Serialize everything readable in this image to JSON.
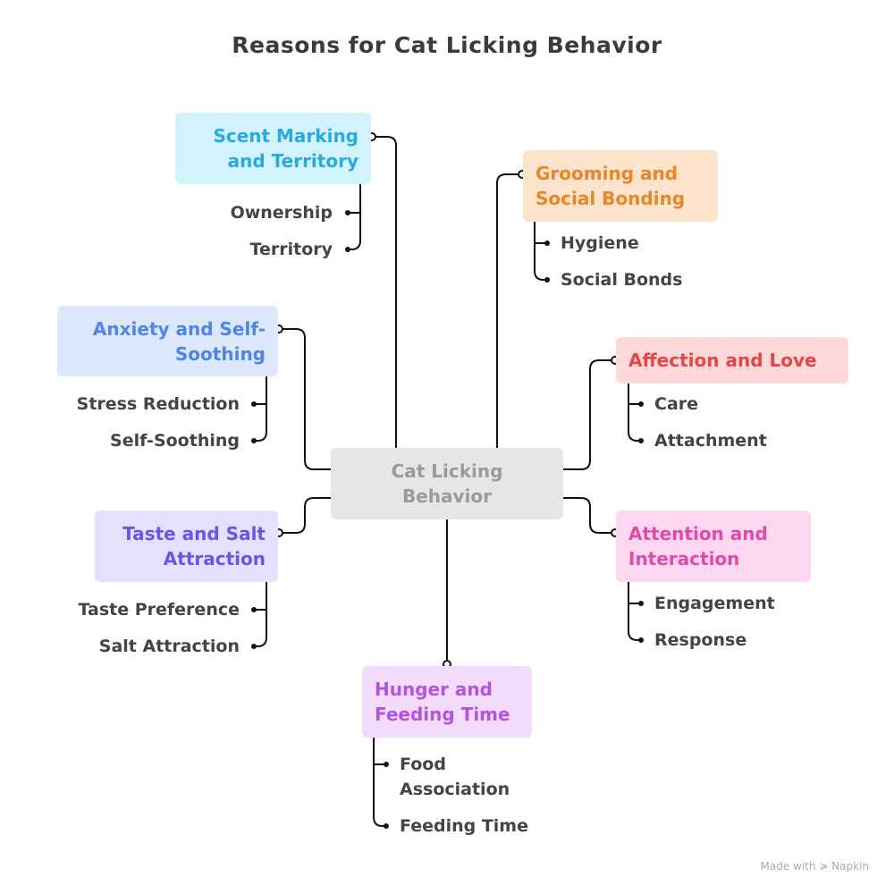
{
  "title": "Reasons for Cat Licking Behavior",
  "center": {
    "line1": "Cat Licking",
    "line2": "Behavior"
  },
  "branches": {
    "scent": {
      "line1": "Scent Marking",
      "line2": "and Territory",
      "items": [
        "Ownership",
        "Territory"
      ],
      "color": "#29a9e0",
      "bg": "#d3f3fc"
    },
    "grooming": {
      "line1": "Grooming and",
      "line2": "Social Bonding",
      "items": [
        "Hygiene",
        "Social Bonds"
      ],
      "color": "#e8862a",
      "bg": "#fde3cc"
    },
    "anxiety": {
      "line1": "Anxiety and Self-",
      "line2": "Soothing",
      "items": [
        "Stress Reduction",
        "Self-Soothing"
      ],
      "color": "#4c86e8",
      "bg": "#dde8fd"
    },
    "affection": {
      "line1": "Affection and Love",
      "items": [
        "Care",
        "Attachment"
      ],
      "color": "#e24646",
      "bg": "#fdd9d9"
    },
    "taste": {
      "line1": "Taste and Salt",
      "line2": "Attraction",
      "items": [
        "Taste Preference",
        "Salt Attraction"
      ],
      "color": "#6c55e6",
      "bg": "#e6dffd"
    },
    "attention": {
      "line1": "Attention and",
      "line2": "Interaction",
      "items": [
        "Engagement",
        "Response"
      ],
      "color": "#e04aa8",
      "bg": "#fdd6ef"
    },
    "hunger": {
      "line1": "Hunger and",
      "line2": "Feeding Time",
      "items": [
        "Food Association",
        "Feeding Time"
      ],
      "color": "#b553e0",
      "bg": "#f3dcfb"
    }
  },
  "footer": "Made with ≽ Napkin"
}
